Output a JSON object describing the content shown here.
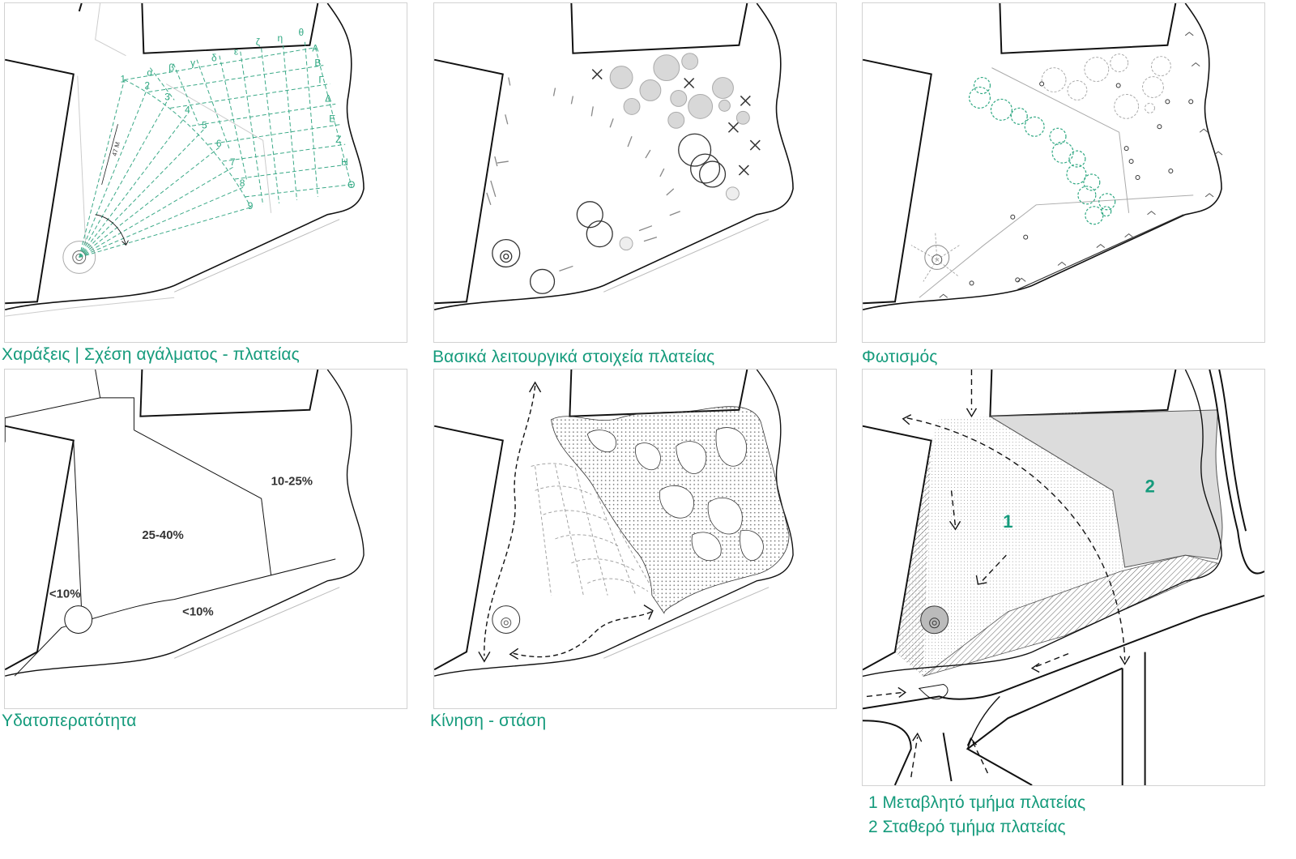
{
  "panels": [
    {
      "id": "p1",
      "caption": "Χαράξεις | Σχέση αγάλματος - πλατείας",
      "distance_label": "47 M",
      "greek_letters": [
        "α",
        "β",
        "γ",
        "δ",
        "ε",
        "ζ",
        "η",
        "θ"
      ],
      "capital_letters": [
        "Α",
        "Β",
        "Γ",
        "Δ",
        "Ε",
        "Ζ",
        "Η",
        "Θ"
      ],
      "numbers": [
        "1",
        "2",
        "3",
        "4",
        "5",
        "6",
        "7",
        "8",
        "9"
      ]
    },
    {
      "id": "p2",
      "caption": "Βασικά λειτουργικά στοιχεία πλατείας"
    },
    {
      "id": "p3",
      "caption": "Φωτισμός"
    },
    {
      "id": "p4",
      "caption": "Υδατοπερατότητα",
      "zones": [
        "10-25%",
        "25-40%",
        "<10%",
        "<10%"
      ]
    },
    {
      "id": "p5",
      "caption": "Κίνηση - στάση"
    },
    {
      "id": "p6",
      "caption": "",
      "area_labels": [
        "1",
        "2"
      ]
    }
  ],
  "legend": {
    "line1": "1 Μεταβλητό τμήμα πλατείας",
    "line2": "2 Σταθερό τμήμα πλατείας"
  },
  "colors": {
    "accent": "#159b7c",
    "line": "#222222",
    "grey_fill": "#dedede"
  }
}
